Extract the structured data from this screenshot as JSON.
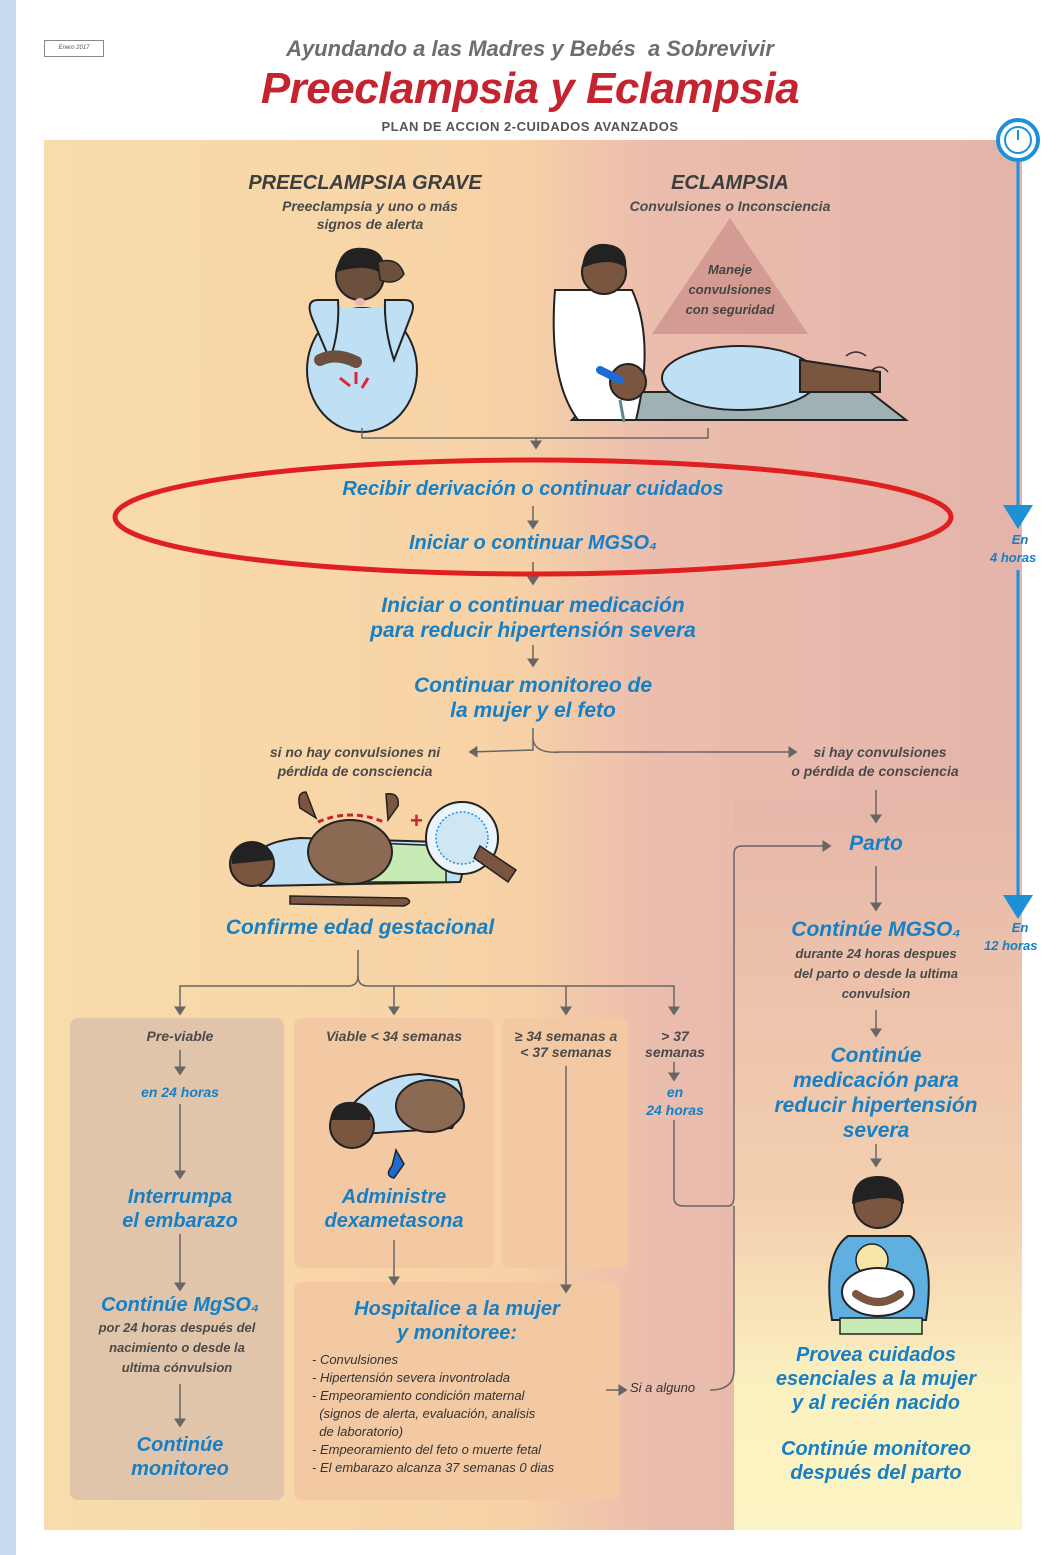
{
  "header": {
    "date": "Enero 2017",
    "supertitle": "Ayundando a las Madres y Bebés  a Sobrevivir",
    "title": "Preeclampsia y Eclampsia",
    "subtitle": "PLAN DE ACCION 2-CUIDADOS AVANZADOS"
  },
  "timeline": {
    "t1": [
      "En",
      "4 horas"
    ],
    "t2": [
      "En",
      "12 horas"
    ]
  },
  "left_col": {
    "title": "PREECLAMPSIA GRAVE",
    "desc": [
      "Preeclampsia y uno o más",
      "signos de alerta"
    ]
  },
  "right_col": {
    "title": "ECLAMPSIA",
    "desc": "Convulsiones o Inconsciencia",
    "warning": [
      "Maneje",
      "convulsiones",
      "con seguridad"
    ]
  },
  "flow": {
    "step1": "Recibir derivación o continuar cuidados",
    "step2": "Iniciar o continuar MGSO₄",
    "step3": [
      "Iniciar o continuar medicación",
      "para reducir hipertensión severa"
    ],
    "step4": [
      "Continuar monitoreo de",
      "la mujer y el feto"
    ],
    "branch_left": [
      "si no hay convulsiones ni",
      "pérdida de consciencia"
    ],
    "branch_right": [
      "si hay convulsiones",
      "o pérdida de consciencia"
    ],
    "confirm": "Confirme edad gestacional"
  },
  "gest": {
    "c1": {
      "label": "Pre-viable",
      "time": "en 24 horas",
      "action": [
        "Interrumpa",
        "el embarazo"
      ]
    },
    "c2": {
      "label": "Viable < 34 semanas",
      "action": [
        "Administre",
        "dexametasona"
      ]
    },
    "c3": {
      "label": [
        "≥ 34 semanas a",
        "< 37 semanas"
      ]
    },
    "c4": {
      "label": [
        "> 37",
        "semanas"
      ],
      "time": [
        "en",
        "24 horas"
      ]
    }
  },
  "col1_bottom": {
    "mg_title": "Continúe MgSO₄",
    "mg_desc": [
      "por 24 horas después del",
      "nacimiento o desde la",
      "ultima cónvulsion"
    ],
    "monitor": [
      "Continúe",
      "monitoreo"
    ]
  },
  "hospital": {
    "title": [
      "Hospitalice a la mujer",
      "y monitoree:"
    ],
    "items": [
      "- Convulsiones",
      "- Hipertensión severa invontrolada",
      "- Empeoramiento condición maternal",
      "  (signos de alerta, evaluación, analisis",
      "  de laboratorio)",
      "- Empeoramiento del feto o muerte fetal",
      "- El embarazo alcanza 37 semanas 0 dias"
    ],
    "if_any": "Si a alguno"
  },
  "right_flow": {
    "parto": "Parto",
    "mg_title": "Continúe MGSO₄",
    "mg_desc": [
      "durante 24 horas despues",
      "del parto o desde la ultima",
      "convulsion"
    ],
    "med": [
      "Continúe",
      "medicación para",
      "reducir hipertensión",
      "severa"
    ],
    "care": [
      "Provea cuidados",
      "esenciales a la mujer",
      "y al recién nacido"
    ],
    "monitor": [
      "Continúe monitoreo",
      "después del parto"
    ]
  },
  "icons": {
    "clock": "clock-icon",
    "mother_headache": "woman-headache-illustration",
    "nurse_patient": "nurse-convulsion-illustration",
    "exam": "gestational-age-illustration",
    "injection": "dexamethasone-illustration",
    "mother_baby": "mother-baby-illustration"
  },
  "colors": {
    "blue": "#1580c6",
    "title_red": "#c4242f",
    "annotation_red": "#e02020",
    "bg_orange": "#f7d6a6",
    "bg_pink": "#e6b9aa"
  }
}
